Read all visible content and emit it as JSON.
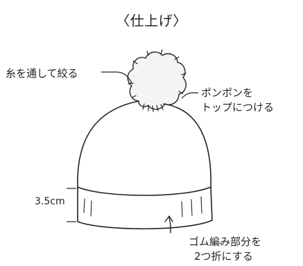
{
  "title": "〈仕上げ〉",
  "labels": {
    "thread": "糸を通して絞る",
    "pompom_line1": "ポンポンを",
    "pompom_line2": "トップにつける",
    "size": "3.5cm",
    "fold_line1": "ゴム編み部分を",
    "fold_line2": "2つ折にする"
  },
  "colors": {
    "line": "#231f20",
    "pompom_fill": "#f2f4f6",
    "background": "#ffffff"
  }
}
